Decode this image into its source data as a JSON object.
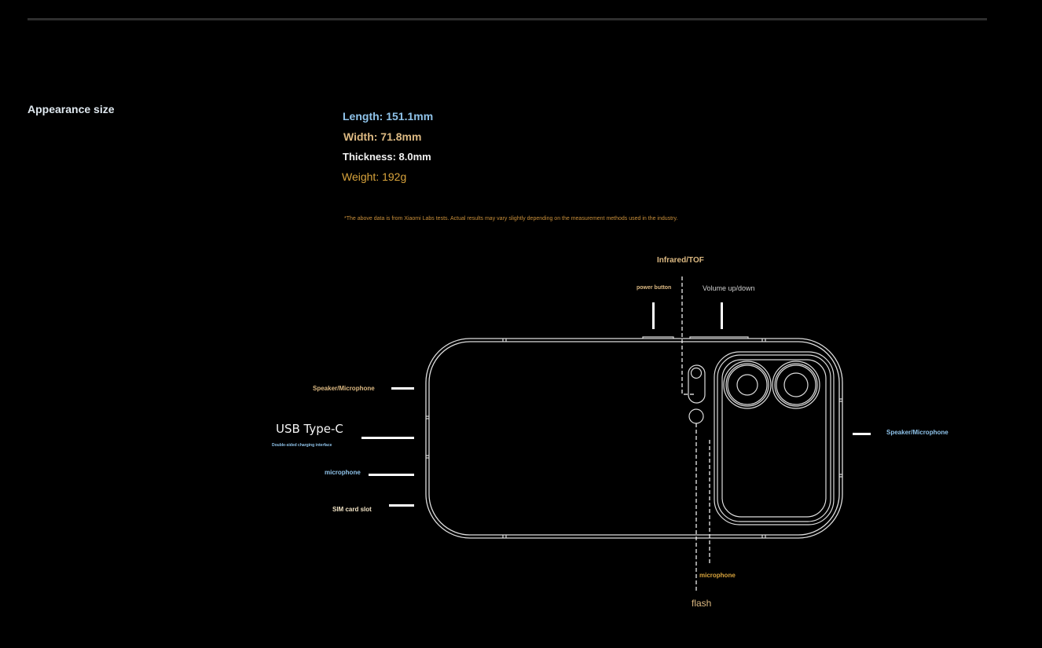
{
  "section_title": "Appearance size",
  "specs": {
    "length": "Length: 151.1mm",
    "width": "Width: 71.8mm",
    "thickness": "Thickness: 8.0mm",
    "weight": "Weight: 192g"
  },
  "footnote": "*The above data is from Xiaomi Labs tests. Actual results may vary slightly depending on the measurement methods used in the industry.",
  "labels": {
    "infrared": "Infrared/TOF",
    "power_button": "power button",
    "volume": "Volume up/down",
    "speaker_left": "Speaker/Microphone",
    "usb": "USB Type-C",
    "usb_sub": "Double-sided charging interface",
    "microphone_left": "microphone",
    "sim": "SIM card slot",
    "speaker_right": "Speaker/Microphone",
    "microphone_bottom": "microphone",
    "flash": "flash"
  },
  "colors": {
    "blue": "#8fc3ea",
    "tan": "#dcb982",
    "gold": "#d9a43c",
    "background": "#000000"
  }
}
